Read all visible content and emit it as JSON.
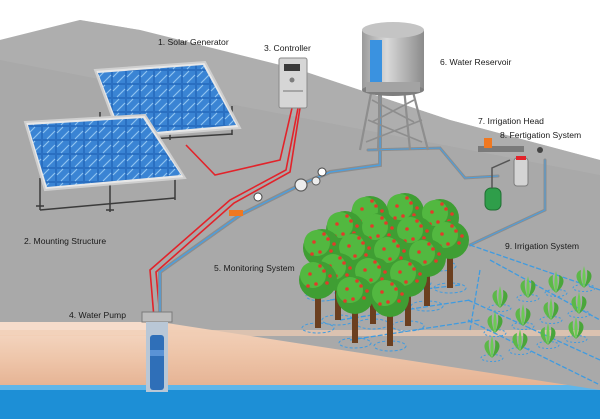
{
  "labels": {
    "solar_generator": "1.  Solar Generator",
    "mounting_structure": "2.  Mounting Structure",
    "controller": "3.  Controller",
    "water_pump": "4.  Water Pump",
    "monitoring_system": "5.  Monitoring System",
    "water_reservoir": "6.  Water Reservoir",
    "irrigation_head": "7.  Irrigation Head",
    "fertigation_system": "8.  Fertigation System",
    "irrigation_system": "9.  Irrigation System"
  },
  "colors": {
    "ground": "#a9a9a9",
    "panel_blue": "#1f63b4",
    "power_cable": "#e2232a",
    "water_pipe": "#4a9fe0",
    "pipe_grey": "#8d8d8d",
    "tree_leaf": "#4caf3a",
    "fruit": "#e23b2a",
    "water": "#1d8fd6",
    "soil_top": "#f1cdb4"
  },
  "icons": {
    "panels": "solar-panel-icon",
    "controller": "controller-box-icon",
    "tank": "water-tank-icon",
    "pump": "water-pump-icon",
    "trees": "fruit-tree-icon",
    "plants": "crop-plant-icon"
  }
}
